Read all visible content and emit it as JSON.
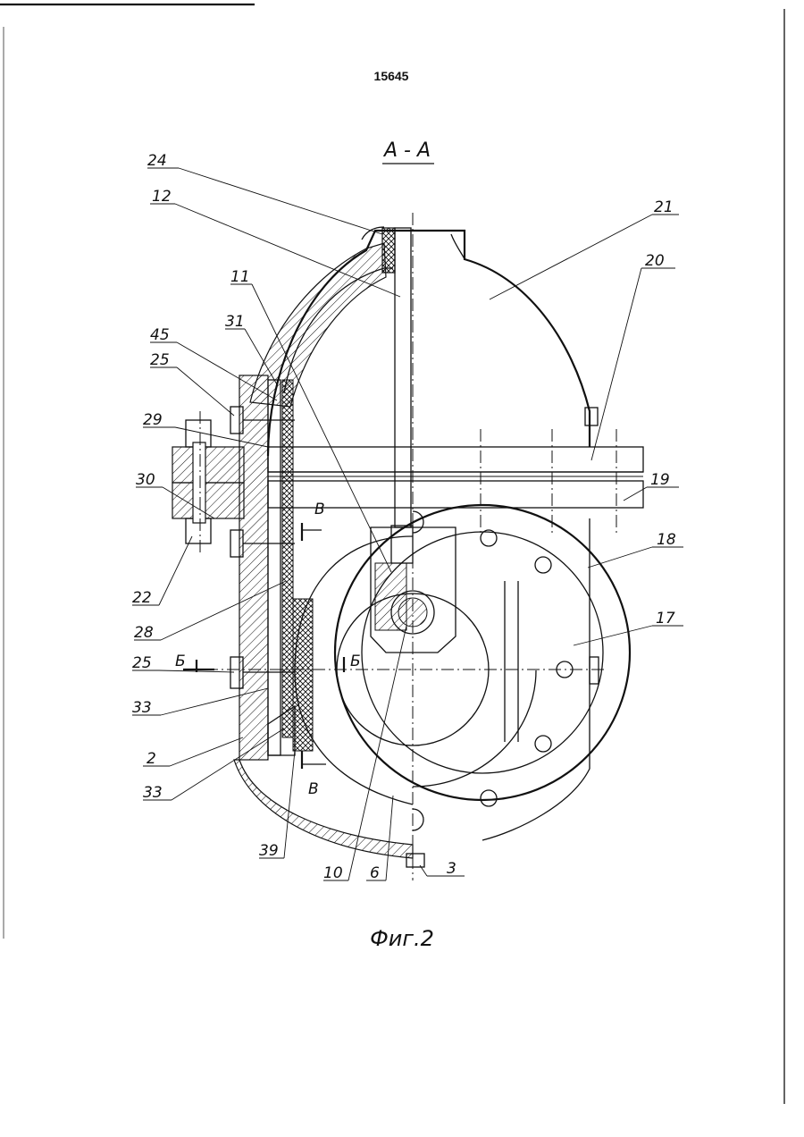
{
  "page": {
    "number": "15645",
    "section_title": "А - А",
    "caption": "Фиг.2"
  },
  "labels": {
    "l24": "24",
    "l12": "12",
    "l21": "21",
    "l20": "20",
    "l11": "11",
    "l31": "31",
    "l45": "45",
    "l25a": "25",
    "l29": "29",
    "l30": "30",
    "l22": "22",
    "l19": "19",
    "l18": "18",
    "l28": "28",
    "l17": "17",
    "l25b": "25",
    "l33a": "33",
    "l2": "2",
    "l33b": "33",
    "l39": "39",
    "l10": "10",
    "l6": "6",
    "l3": "3"
  },
  "section_marks": {
    "b_upper": "В",
    "b_lower": "В",
    "be_left": "Б",
    "be_right": "Б"
  }
}
